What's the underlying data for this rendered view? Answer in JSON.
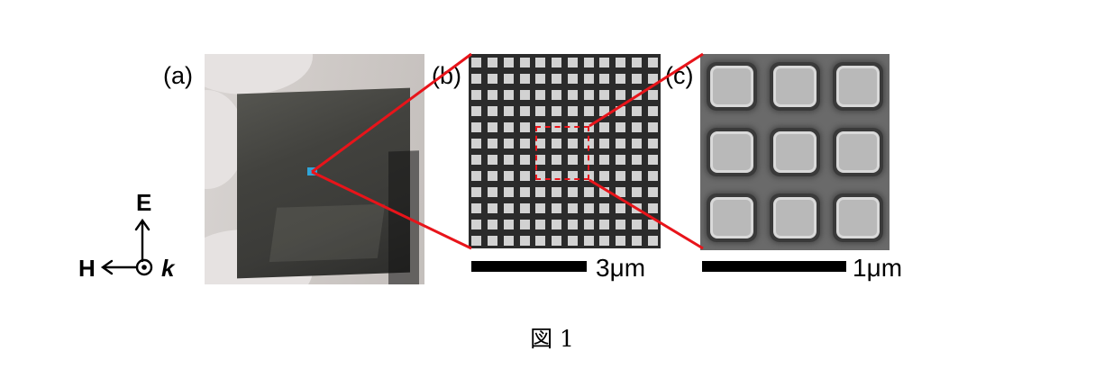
{
  "figure": {
    "panels": [
      {
        "label": "(a)"
      },
      {
        "label": "(b)",
        "scale_bar": "3μm"
      },
      {
        "label": "(c)",
        "scale_bar": "1μm"
      }
    ],
    "axes": {
      "e_label": "E",
      "h_label": "H",
      "k_label": "k"
    },
    "caption": "図 1",
    "colors": {
      "callout_lines": "#e8141a",
      "sample_marker": "#2fa5d9",
      "scale_bar": "#000000"
    },
    "grid_b": {
      "rows": 12,
      "cols": 12
    },
    "grid_c": {
      "rows": 3,
      "cols": 3
    }
  }
}
